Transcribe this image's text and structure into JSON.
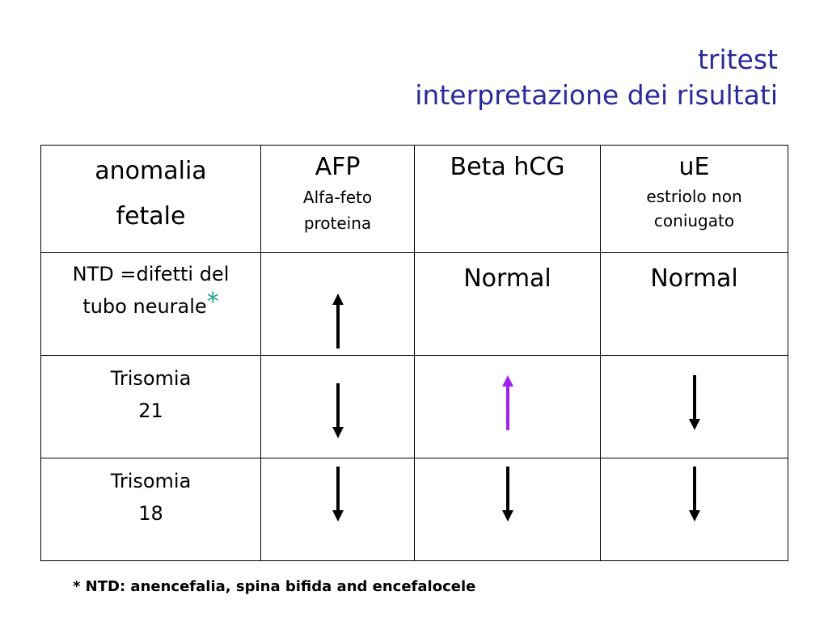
{
  "title": {
    "line1": "tritest",
    "line2": "interpretazione dei risultati"
  },
  "header": {
    "col1_line1": "anomalia",
    "col1_line2": "fetale",
    "col2_main": "AFP",
    "col2_sub1": "Alfa-feto",
    "col2_sub2": "proteina",
    "col3_main": "Beta hCG",
    "col4_main": "uE",
    "col4_sub1": "estriolo non",
    "col4_sub2": "coniugato"
  },
  "rows": [
    {
      "label_line1": "NTD =difetti del",
      "label_line2": "tubo neurale",
      "label_asterisk": "*",
      "afp": "up",
      "hcg": "Normal",
      "ue": "Normal"
    },
    {
      "label_line1": "Trisomia",
      "label_line2": "21",
      "afp": "down",
      "hcg": "up",
      "ue": "down"
    },
    {
      "label_line1": "Trisomia",
      "label_line2": "18",
      "afp": "down",
      "hcg": "down",
      "ue": "down"
    }
  ],
  "colors": {
    "title": "#2a2a9c",
    "asterisk": "#1aa38a",
    "arrow_default": "#000000",
    "arrow_highlight": "#a020f0"
  },
  "icons": {
    "up": "arrow-up-icon",
    "down": "arrow-down-icon"
  },
  "footnote": "* NTD: anencefalia, spina bifida and encefalocele"
}
